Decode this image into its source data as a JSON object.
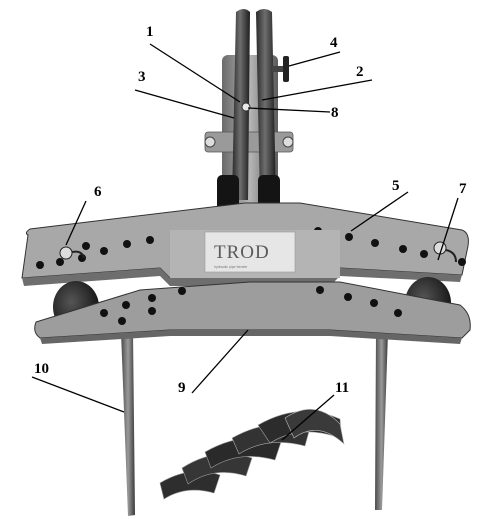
{
  "callouts": [
    {
      "id": "1",
      "text": "1"
    },
    {
      "id": "2",
      "text": "2"
    },
    {
      "id": "3",
      "text": "3"
    },
    {
      "id": "4",
      "text": "4"
    },
    {
      "id": "5",
      "text": "5"
    },
    {
      "id": "6",
      "text": "6"
    },
    {
      "id": "7",
      "text": "7"
    },
    {
      "id": "8",
      "text": "8"
    },
    {
      "id": "9",
      "text": "9"
    },
    {
      "id": "10",
      "text": "10"
    },
    {
      "id": "11",
      "text": "11"
    }
  ],
  "plate_logo": {
    "brand": "TROD",
    "tagline": "hydraulic pipe bender"
  },
  "colors": {
    "metal_dark": "#3a3a3a",
    "metal_mid": "#8c8c8c",
    "metal_light": "#c8c8c8",
    "plate_top": "#a9a9a9",
    "plate_bottom": "#9c9c9c",
    "rubber": "#1c1c1c"
  }
}
